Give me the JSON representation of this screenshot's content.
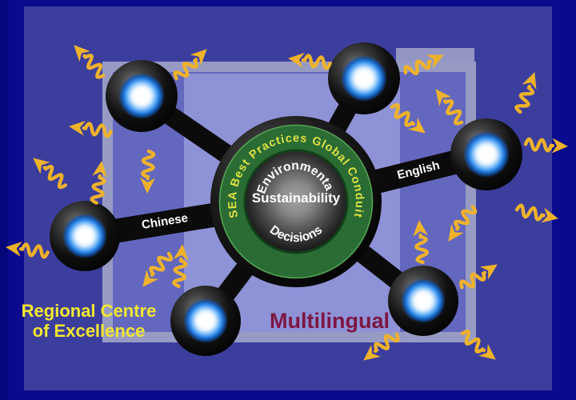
{
  "hub": {
    "ring_label": "SEA Best Practices Global Conduit",
    "inner_top": "Environmental",
    "inner_middle": "Sustainability",
    "inner_bottom": "Decisions"
  },
  "spoke_labels": {
    "left": "Chinese",
    "right": "English"
  },
  "captions": {
    "regional_line1": "Regional Centre",
    "regional_line2": "of Excellence",
    "multilingual": "Multilingual"
  },
  "nodes": {
    "count": 6,
    "style": "black-sphere-with-blue-glow"
  },
  "colors": {
    "background_navy": "#0a0a8e",
    "panel_blue": "#3c3e9e",
    "panel_slate": "#6367be",
    "panel_lavender": "#8e92d6",
    "panel_grey": "#979bc4",
    "arrow_gold": "#eeb22b",
    "ring_green": "#2a6c33",
    "ring_text_yellow": "#dee044",
    "caption_yellow": "#f2e72e",
    "caption_maroon": "#7d1642",
    "glow_blue": "#2f8cec",
    "spoke_black": "#0b0b0b"
  }
}
